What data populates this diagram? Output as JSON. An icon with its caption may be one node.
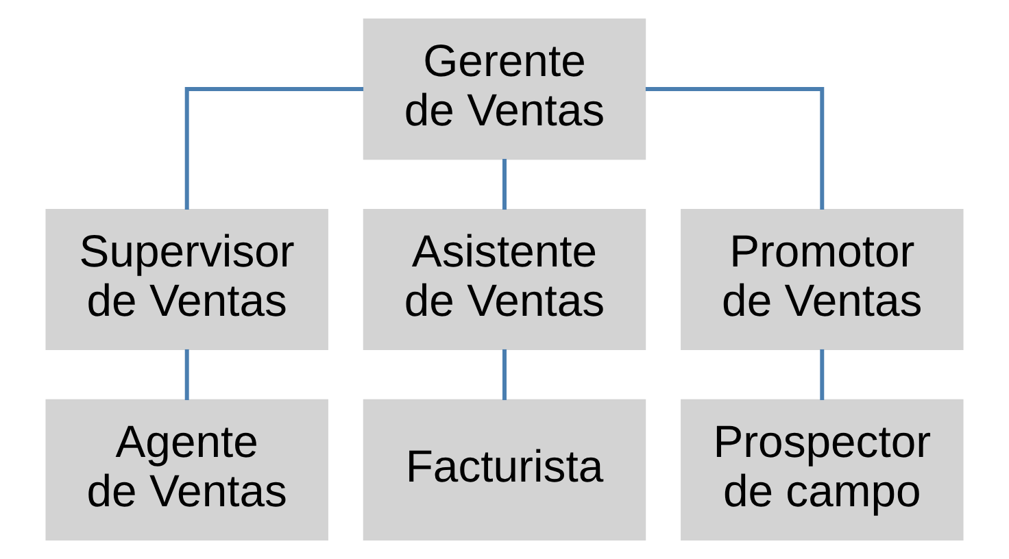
{
  "diagram": {
    "nodes": [
      {
        "text": [
          "Gerente de Ventas"
        ]
      },
      {
        "text": [
          "Supervisor de Ventas"
        ]
      },
      {
        "text": [
          "Asistente de Ventas"
        ]
      },
      {
        "text": [
          "Promotor de Ventas"
        ]
      },
      {
        "text": [
          "Agente de Ventas"
        ]
      },
      {
        "text": [
          "Facturista"
        ]
      },
      {
        "text": [
          "Prospector de campo"
        ]
      }
    ],
    "edges": [
      {
        "from": 0,
        "to": 1,
        "arrow": "none"
      },
      {
        "from": 0,
        "to": 2,
        "arrow": "none"
      },
      {
        "from": 0,
        "to": 3,
        "arrow": "none"
      },
      {
        "from": 1,
        "to": 4,
        "arrow": "none"
      },
      {
        "from": 2,
        "to": 5,
        "arrow": "none"
      },
      {
        "from": 3,
        "to": 6,
        "arrow": "none"
      }
    ]
  }
}
